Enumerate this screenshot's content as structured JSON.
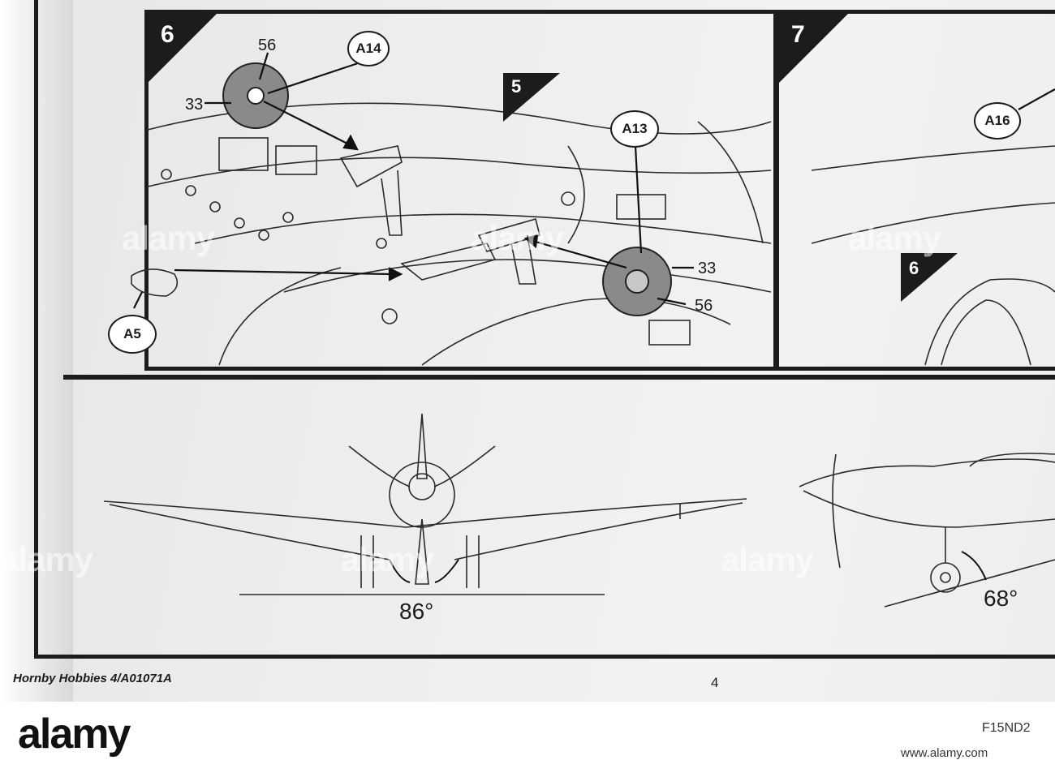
{
  "steps": [
    {
      "number": "6"
    },
    {
      "number": "7"
    }
  ],
  "references": [
    {
      "label": "5"
    },
    {
      "label": "6"
    }
  ],
  "parts": {
    "a14": "A14",
    "a13": "A13",
    "a16": "A16",
    "a5": "A5"
  },
  "callouts": {
    "wheel_left_top": "56",
    "wheel_left_side": "33",
    "wheel_right_side": "33",
    "wheel_right_bottom": "56"
  },
  "angles": {
    "front_view": "86°",
    "side_view": "68°"
  },
  "footer": {
    "publisher": "Hornby Hobbies 4/A01071A",
    "page": "4"
  },
  "watermark": {
    "text": "alamy",
    "stock_id": "F15ND2",
    "url": "www.alamy.com"
  }
}
